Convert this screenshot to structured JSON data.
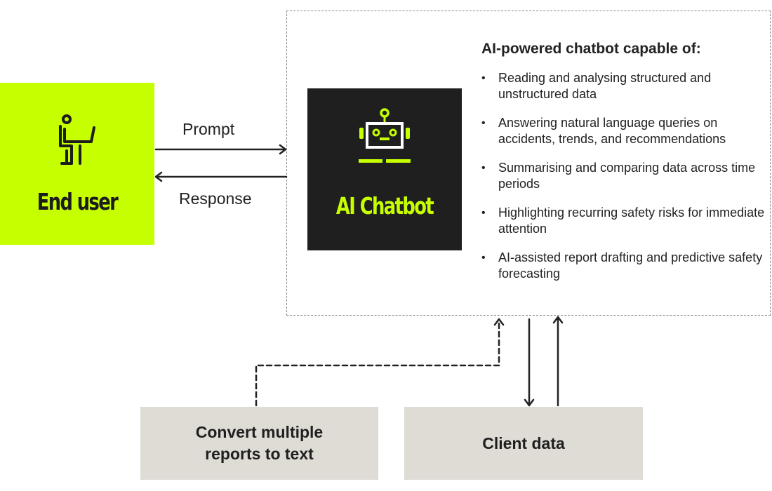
{
  "end_user": {
    "label": "End user",
    "icon": "person-at-desk-icon",
    "color": "#c6ff00"
  },
  "chatbot": {
    "label": "AI Chatbot",
    "icon": "robot-icon",
    "background": "#1f1f1f",
    "accent": "#c6ff00"
  },
  "flows": {
    "prompt": "Prompt",
    "response": "Response"
  },
  "capabilities": {
    "title": "AI-powered chatbot capable of:",
    "items": [
      "Reading and analysing structured and unstructured data",
      "Answering natural language queries on accidents, trends, and recommendations",
      "Summarising and comparing data across time periods",
      "Highlighting recurring safety risks for immediate attention",
      "AI-assisted report drafting and predictive safety forecasting"
    ]
  },
  "sources": {
    "convert": "Convert multiple reports to text",
    "client": "Client data"
  }
}
